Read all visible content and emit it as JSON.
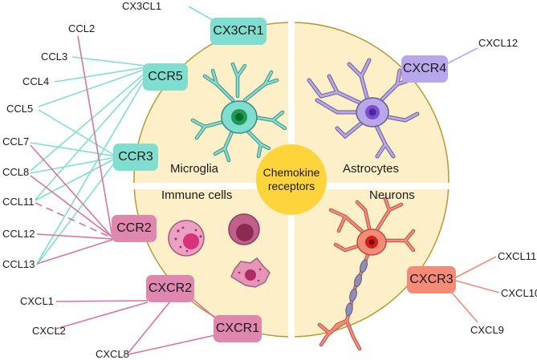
{
  "center": {
    "line1": "Chemokine",
    "line2": "receptors"
  },
  "regions": {
    "microglia": "Microglia",
    "astrocytes": "Astrocytes",
    "immune_cells": "Immune cells",
    "neurons": "Neurons"
  },
  "receptors": {
    "cx3cr1": "CX3CR1",
    "ccr5": "CCR5",
    "ccr3": "CCR3",
    "ccr2": "CCR2",
    "cxcr2": "CXCR2",
    "cxcr1": "CXCR1",
    "cxcr4": "CXCR4",
    "cxcr3": "CXCR3"
  },
  "ligands": {
    "cx3cl1": "CX3CL1",
    "ccl2": "CCL2",
    "ccl3": "CCL3",
    "ccl4": "CCL4",
    "ccl5": "CCL5",
    "ccl7": "CCL7",
    "ccl8": "CCL8",
    "ccl11": "CCL11",
    "ccl12": "CCL12",
    "ccl13": "CCL13",
    "cxcl1": "CXCL1",
    "cxcl2": "CXCL2",
    "cxcl8": "CXCL8",
    "cxcl12": "CXCL12",
    "cxcl11": "CXCL11",
    "cxcl10": "CXCL10",
    "cxcl9": "CXCL9"
  },
  "colors": {
    "circle_fill": "#fdf0c8",
    "circle_stroke": "#b49a34",
    "center": "#fdd43b",
    "cyan": "#7fdecf",
    "pink": "#df87ae",
    "purple": "#b8a7ea",
    "salmon": "#f48b79"
  }
}
